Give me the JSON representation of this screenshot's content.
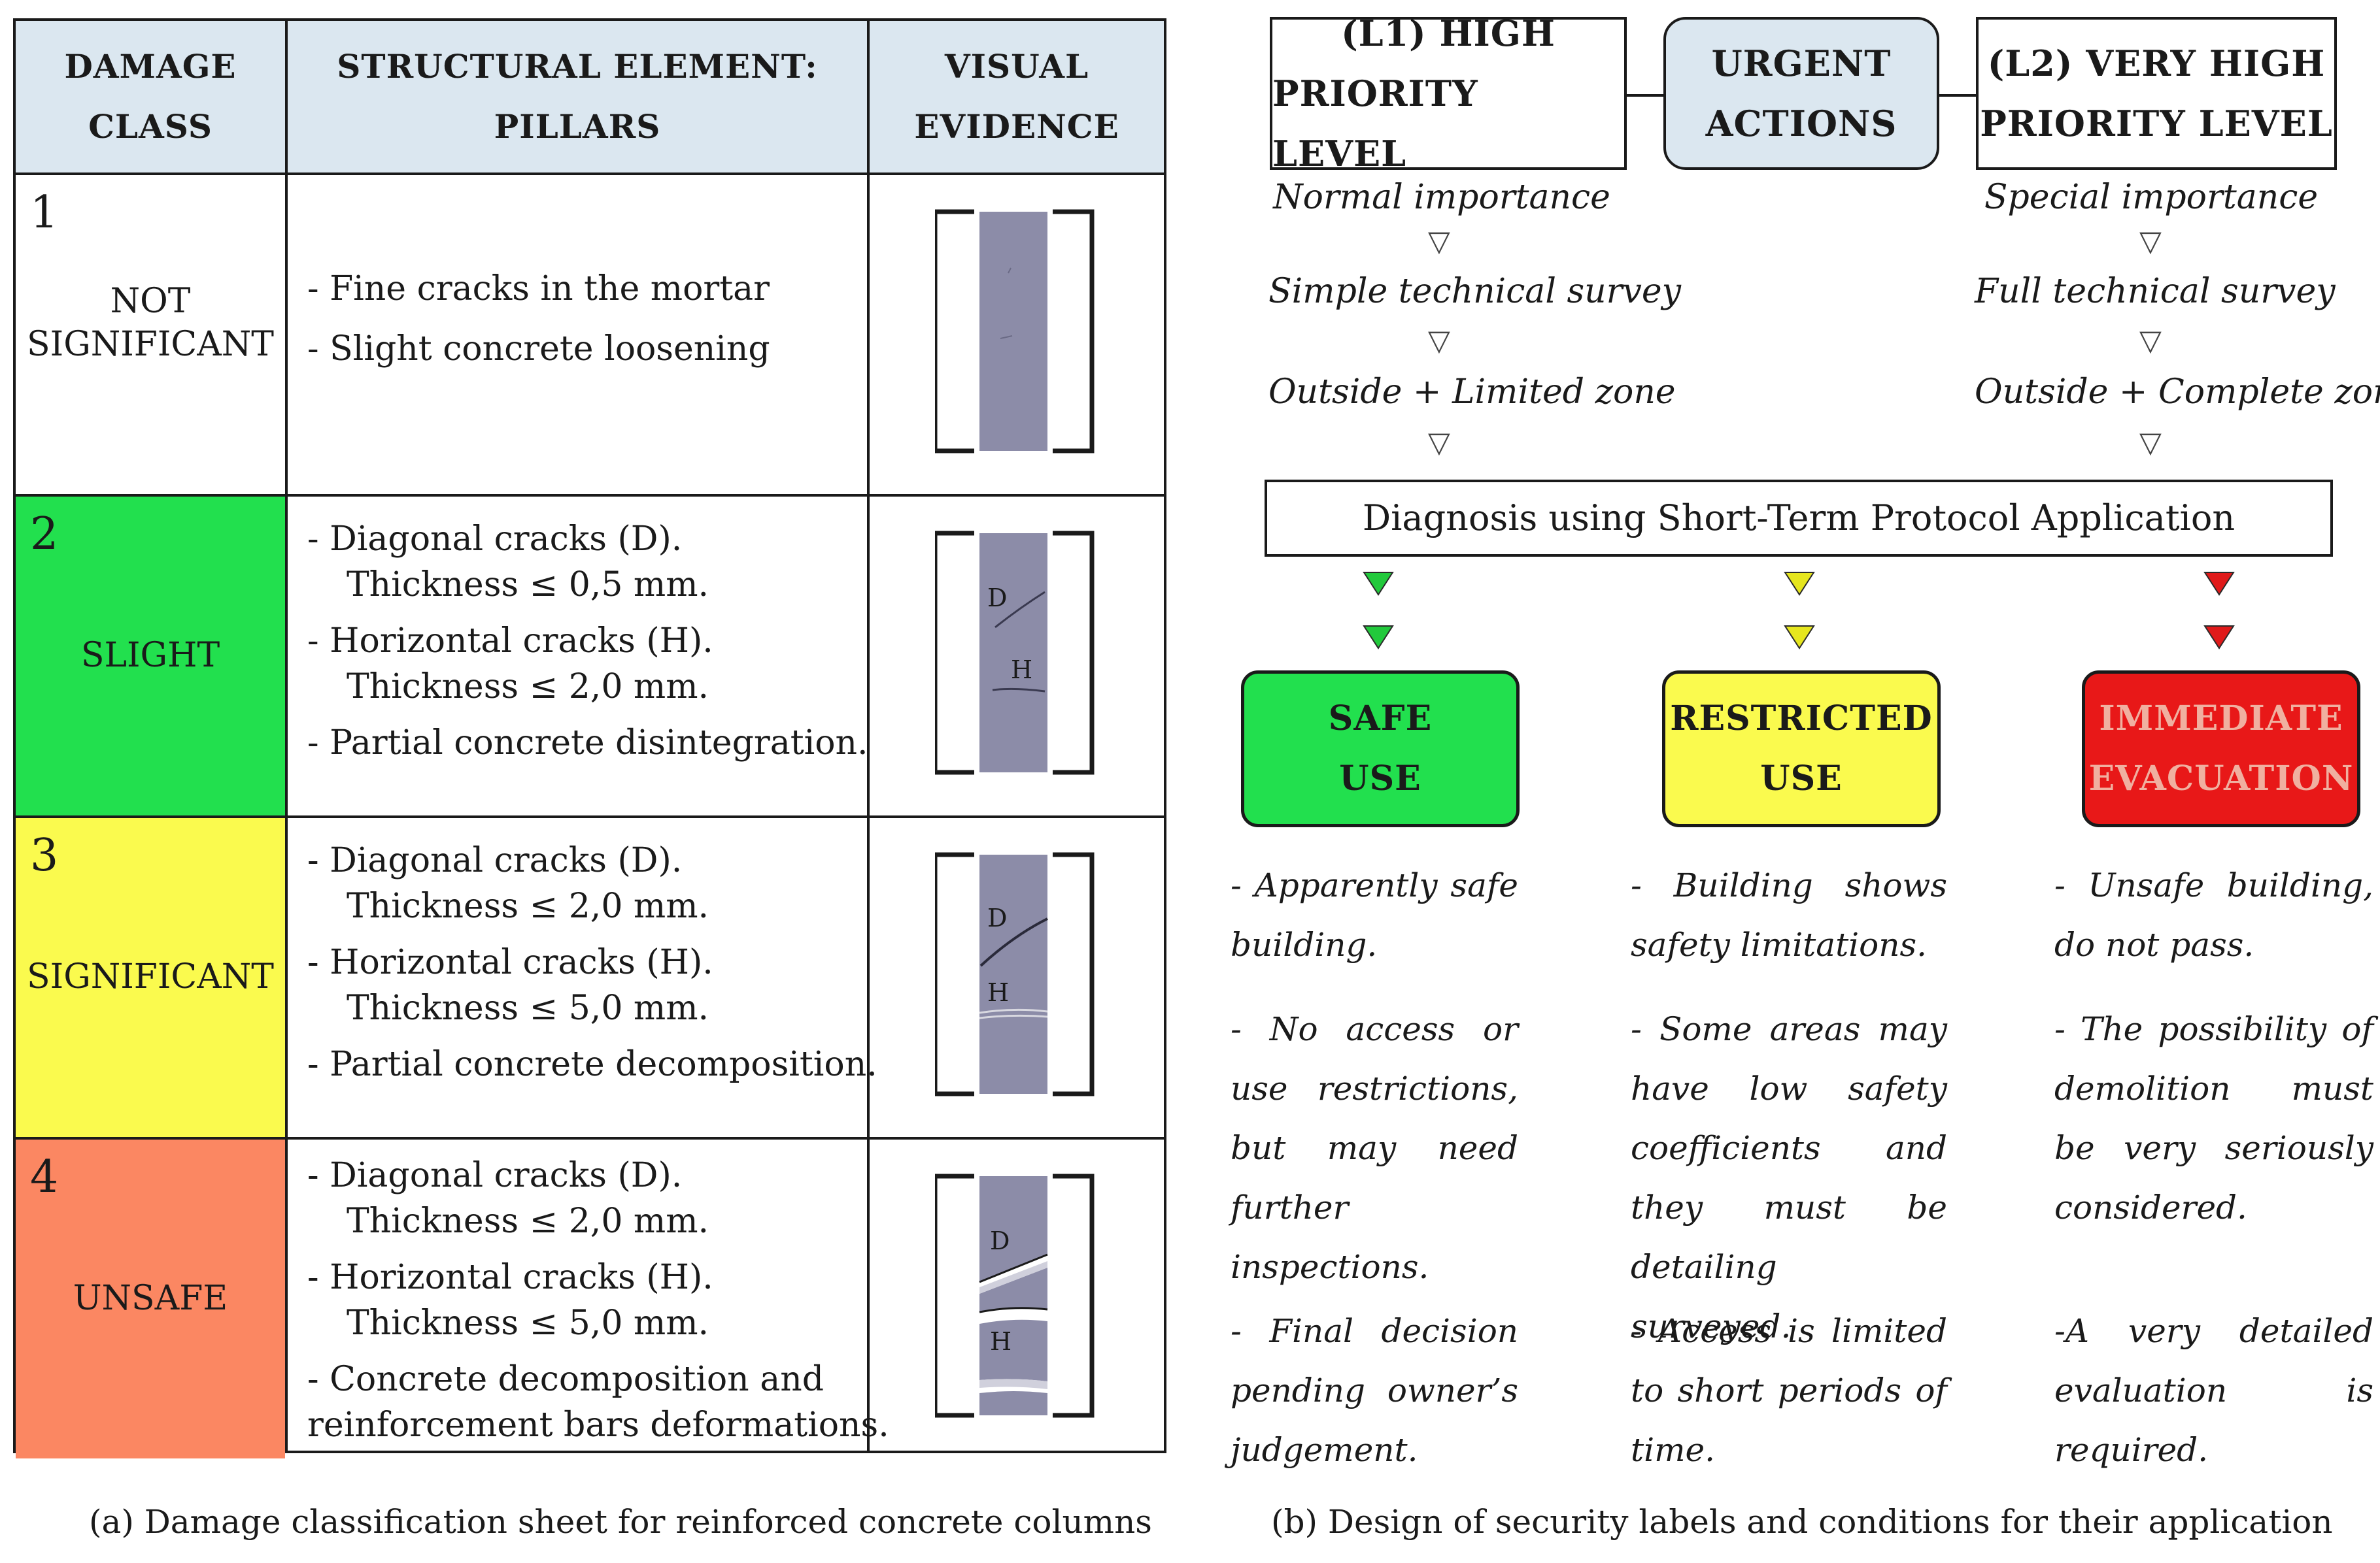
{
  "table": {
    "headers": {
      "damage_class": [
        "DAMAGE",
        "CLASS"
      ],
      "structural_element": [
        "STRUCTURAL ELEMENT:",
        "PILLARS"
      ],
      "visual_evidence": [
        "VISUAL",
        "EVIDENCE"
      ]
    },
    "rows": [
      {
        "number": "1",
        "name": [
          "NOT",
          "SIGNIFICANT"
        ],
        "color": "#ffffff",
        "items": [
          {
            "text": "- Fine cracks in the mortar"
          },
          {
            "text": "- Slight concrete loosening"
          }
        ]
      },
      {
        "number": "2",
        "name": [
          "SLIGHT"
        ],
        "color": "#22e04e",
        "items": [
          {
            "text": "- Diagonal cracks (D).",
            "cont": "Thickness ≤ 0,5  mm."
          },
          {
            "text": "- Horizontal cracks (H).",
            "cont": "Thickness ≤ 2,0  mm."
          },
          {
            "text": "- Partial concrete disintegration."
          }
        ],
        "visual_labels": [
          "D",
          "H"
        ]
      },
      {
        "number": "3",
        "name": [
          "SIGNIFICANT"
        ],
        "color": "#fafa4e",
        "items": [
          {
            "text": "- Diagonal cracks (D).",
            "cont": "Thickness ≤ 2,0  mm."
          },
          {
            "text": "- Horizontal cracks (H).",
            "cont": "Thickness ≤ 5,0  mm."
          },
          {
            "text": "- Partial concrete decomposition."
          }
        ],
        "visual_labels": [
          "D",
          "H"
        ]
      },
      {
        "number": "4",
        "name": [
          "UNSAFE"
        ],
        "color": "#fb8762",
        "items": [
          {
            "text": "- Diagonal cracks (D).",
            "cont": "Thickness ≤ 2,0  mm."
          },
          {
            "text": "- Horizontal cracks (H).",
            "cont": "Thickness ≤ 5,0  mm."
          },
          {
            "text": "- Concrete decomposition and",
            "cont2": "reinforcement bars deformations."
          }
        ],
        "visual_labels": [
          "D",
          "H"
        ]
      }
    ],
    "caption": "(a) Damage classification sheet for reinforced concrete columns"
  },
  "flow": {
    "l1": [
      "(L1) HIGH",
      "PRIORITY LEVEL"
    ],
    "urgent": [
      "URGENT",
      "ACTIONS"
    ],
    "l2": [
      "(L2) VERY HIGH",
      "PRIORITY LEVEL"
    ],
    "l1_steps": [
      "Normal importance",
      "Simple technical survey",
      "Outside + Limited zone"
    ],
    "l2_steps": [
      "Special importance",
      "Full technical survey",
      "Outside + Complete zone"
    ],
    "diagnosis": "Diagnosis using Short-Term Protocol Application",
    "labels": [
      {
        "text": [
          "SAFE",
          "USE"
        ],
        "color": "#22e04e",
        "text_color": "#1a1a1a",
        "arrow_color": "#22c93c"
      },
      {
        "text": [
          "RESTRICTED",
          "USE"
        ],
        "color": "#fafa4e",
        "text_color": "#1a1a1a",
        "arrow_color": "#e6e61e"
      },
      {
        "text": [
          "IMMEDIATE",
          "EVACUATION"
        ],
        "color": "#e81818",
        "text_color": "#f0b0a0",
        "arrow_color": "#e01a1a"
      }
    ],
    "conditions": {
      "safe": [
        "- Apparently safe building.",
        "- No access or use restrictions, but may need further inspections.",
        "- Final decision pending owner’s judgement."
      ],
      "restricted": [
        "- Building shows safety limitations.",
        "- Some areas may have low safety coefficients and they must be detailing surveyed.",
        "- Access is limited to short periods of time."
      ],
      "evacuation": [
        "- Unsafe building, do not pass.",
        "- The possibility of demolition must be very seriously considered.",
        "-A very detailed evaluation is required."
      ]
    },
    "caption": "(b) Design of security labels and conditions for their application"
  },
  "colors": {
    "header_bg": "#dbe7f0",
    "pillar": "#8c8ca8",
    "urgent_bg": "#dbe7f0"
  }
}
